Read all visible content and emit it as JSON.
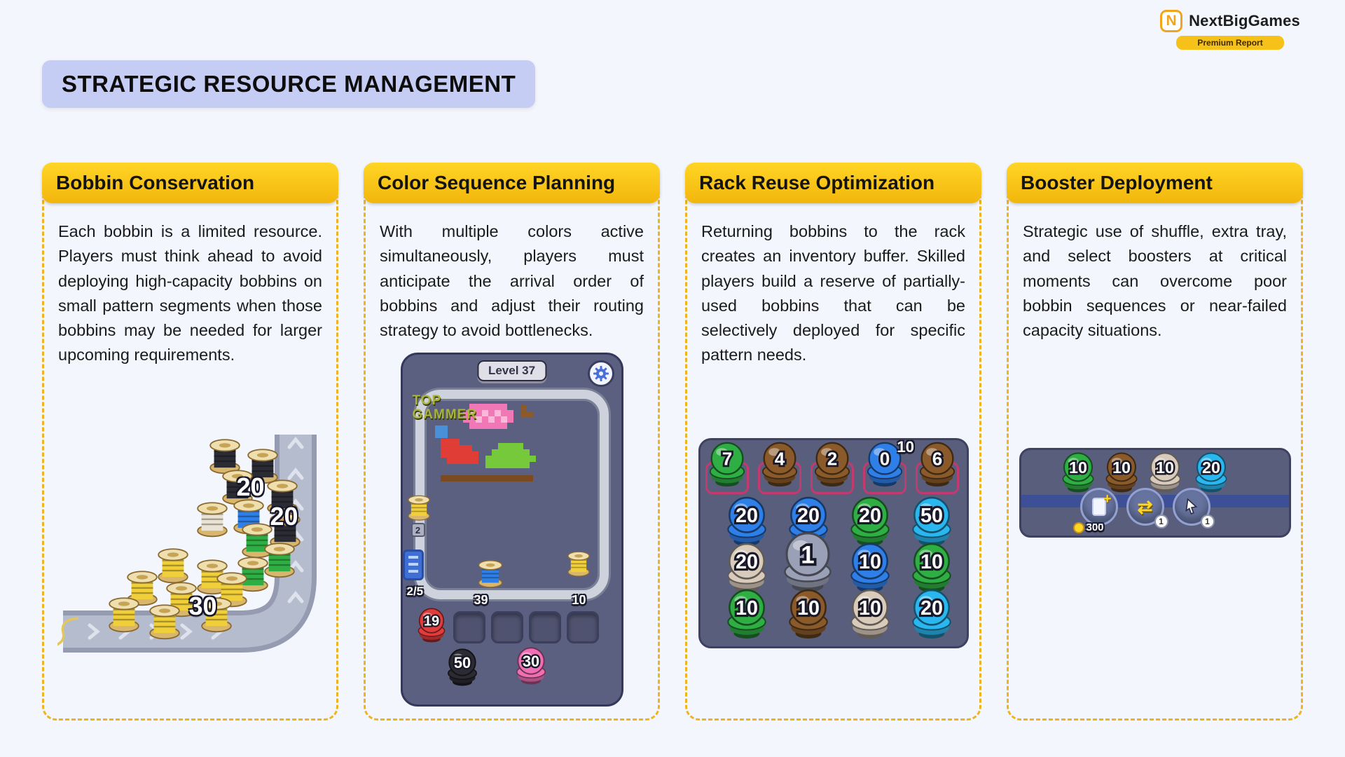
{
  "brand": {
    "logo_letter": "N",
    "name": "NextBigGames",
    "badge": "Premium Report"
  },
  "page_title": "STRATEGIC RESOURCE MANAGEMENT",
  "cards": [
    {
      "title": "Bobbin Conservation",
      "body": "Each bobbin is a limited resource. Players must think ahead to avoid deploying high-capacity bobbins on small pattern segments when those bobbins may be needed for larger upcoming requirements."
    },
    {
      "title": "Color Sequence Planning",
      "body": "With multiple colors active simultaneously, players must anticipate the arrival order of bobbins and adjust their routing strategy to avoid bottlenecks."
    },
    {
      "title": "Rack Reuse Optimization",
      "body": "Returning bobbins to the rack creates an inventory buffer. Skilled players build a reserve of partially-used bobbins that can be selectively deployed for specific pattern needs."
    },
    {
      "title": "Booster Deployment",
      "body": "Strategic use of shuffle, extra tray, and select boosters at critical moments can overcome poor bobbin sequences or near-failed capacity situations."
    }
  ],
  "conservation_image": {
    "spool_badges": [
      "20",
      "20",
      "30"
    ]
  },
  "sequence_image": {
    "level_label": "Level 37",
    "watermark": "TOP GAMMER",
    "queue_count": "2",
    "progress": "2/5",
    "counter_left": "39",
    "counter_right": "10",
    "bobbins": [
      {
        "label": "19",
        "color": "red"
      },
      {
        "label": "50",
        "color": "black"
      },
      {
        "label": "30",
        "color": "pink"
      }
    ]
  },
  "rack_image": {
    "floating_label": "10",
    "rows": [
      [
        {
          "label": "7",
          "color": "green"
        },
        {
          "label": "4",
          "color": "brown"
        },
        {
          "label": "2",
          "color": "brown"
        },
        {
          "label": "0",
          "color": "blue"
        },
        {
          "label": "6",
          "color": "brown"
        }
      ],
      [
        {
          "label": "20",
          "color": "blue"
        },
        {
          "label": "20",
          "color": "blue"
        },
        {
          "label": "20",
          "color": "green"
        },
        {
          "label": "50",
          "color": "cyan"
        }
      ],
      [
        {
          "label": "20",
          "color": "beige"
        },
        {
          "label": "1",
          "color": "gray"
        },
        {
          "label": "10",
          "color": "blue"
        },
        {
          "label": "10",
          "color": "green"
        }
      ],
      [
        {
          "label": "10",
          "color": "green"
        },
        {
          "label": "10",
          "color": "brown"
        },
        {
          "label": "10",
          "color": "beige"
        },
        {
          "label": "20",
          "color": "cyan"
        }
      ]
    ]
  },
  "booster_image": {
    "bobbins": [
      {
        "label": "10",
        "color": "green"
      },
      {
        "label": "10",
        "color": "brown"
      },
      {
        "label": "10",
        "color": "beige"
      },
      {
        "label": "20",
        "color": "cyan"
      }
    ],
    "boosters": [
      {
        "name": "extra-tray"
      },
      {
        "name": "shuffle"
      },
      {
        "name": "select"
      }
    ],
    "coin_label": "300",
    "booster_badges": [
      "1",
      "1"
    ]
  },
  "colors": {
    "green": "#2fae44",
    "brown": "#8a5a2b",
    "blue": "#2f7fe8",
    "cyan": "#2ab7f0",
    "beige": "#d8cbbc",
    "gray": "#9aa0b5",
    "black": "#2b2b33",
    "red": "#e23b3b",
    "pink": "#f06fb4",
    "yellow": "#f0cf3a",
    "cream": "#eae3d3",
    "accent_yellow": "#f5bd16",
    "title_pill": "#c5cdf4",
    "page_bg": "#f3f6fc",
    "screenshot_bg": "#5a5e7d"
  }
}
